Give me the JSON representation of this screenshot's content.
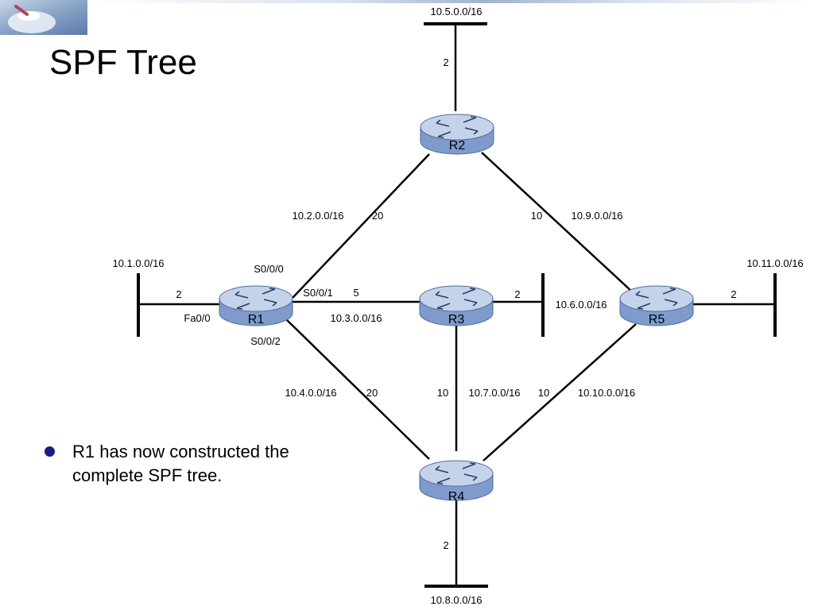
{
  "title": "SPF Tree",
  "bullet": "R1 has now constructed the complete SPF tree.",
  "colors": {
    "router_top": "#c5d3ea",
    "router_side": "#7e9bcc",
    "bullet": "#1a1a8c"
  },
  "routers": {
    "r1": "R1",
    "r2": "R2",
    "r3": "R3",
    "r4": "R4",
    "r5": "R5"
  },
  "networks": {
    "n1": "10.1.0.0/16",
    "n2": "10.2.0.0/16",
    "n3": "10.3.0.0/16",
    "n4": "10.4.0.0/16",
    "n5": "10.5.0.0/16",
    "n6": "10.6.0.0/16",
    "n7": "10.7.0.0/16",
    "n8": "10.8.0.0/16",
    "n9": "10.9.0.0/16",
    "n10": "10.10.0.0/16",
    "n11": "10.11.0.0/16"
  },
  "costs": {
    "c1": "2",
    "c2": "20",
    "c3": "5",
    "c4": "20",
    "c5": "2",
    "c6": "2",
    "c7": "10",
    "c8": "2",
    "c9": "10",
    "c10": "10",
    "c11": "2"
  },
  "interfaces": {
    "s000": "S0/0/0",
    "s001": "S0/0/1",
    "s002": "S0/0/2",
    "fa00": "Fa0/0"
  }
}
